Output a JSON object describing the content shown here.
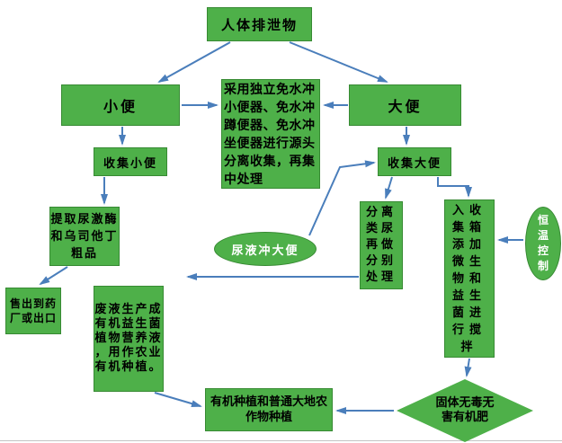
{
  "colors": {
    "node_fill": "#4eb049",
    "node_border": "#378a33",
    "arrow": "#4a7ebb",
    "node_text": "#000000",
    "ellipse_text": "#ffffff"
  },
  "nodes": {
    "excreta": {
      "label": "人体排泄物"
    },
    "urine": {
      "label": "小便"
    },
    "feces": {
      "label": "大便"
    },
    "method": {
      "label": "采用独立免水冲小便器、免水冲蹲便器、免水冲坐便器进行源头分离收集，再集中处理"
    },
    "collect_urine": {
      "label": "收集小便"
    },
    "collect_feces": {
      "label": "收集大便"
    },
    "extract": {
      "label": "提取尿激酶和乌司他丁粗品"
    },
    "sell": {
      "label": "售出到药厂或出口"
    },
    "waste_liquid": {
      "label": "废液生产成有机益生菌植物营养液，用作农业有机种植。"
    },
    "urine_flush": {
      "label": "尿液冲大便"
    },
    "separate": {
      "label": "分离类尿再做分别处理"
    },
    "collection_box": {
      "label": "入收集箱添加微生物和益生菌进行搅拌"
    },
    "temp_control": {
      "label": "恒温控制"
    },
    "fertilizer": {
      "label": "固体无毒无害有机肥"
    },
    "planting": {
      "label": "有机种植和普通大地农作物种植"
    }
  }
}
